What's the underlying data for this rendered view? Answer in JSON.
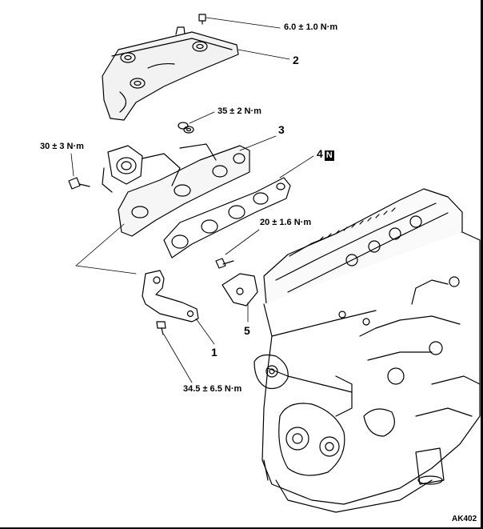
{
  "torques": {
    "t1": "6.0 ± 1.0 N·m",
    "t2": "35 ± 2 N·m",
    "t3": "30 ± 3 N·m",
    "t4": "20 ± 1.6 N·m",
    "t5": "34.5 ± 6.5 N·m"
  },
  "parts": {
    "p1": "1",
    "p2": "2",
    "p3": "3",
    "p4": "4",
    "p4_badge": "N",
    "p5": "5"
  },
  "figure_code": "AK402"
}
